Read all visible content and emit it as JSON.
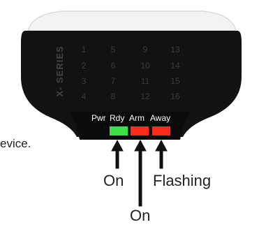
{
  "device": {
    "brand": "X- SERIES",
    "zones": [
      "1",
      "2",
      "3",
      "4",
      "5",
      "6",
      "7",
      "8",
      "9",
      "10",
      "11",
      "12",
      "13",
      "14",
      "15",
      "16"
    ]
  },
  "indicators": {
    "labels": [
      "Pwr",
      "Rdy",
      "Arm",
      "Away"
    ],
    "colors": {
      "ready": "#3ee04a",
      "arm": "#ff2a1e",
      "away": "#ff2a1e"
    }
  },
  "annotations": {
    "ready_state": "On",
    "away_state": "Flashing",
    "arm_state": "On",
    "side_text": "evice."
  }
}
